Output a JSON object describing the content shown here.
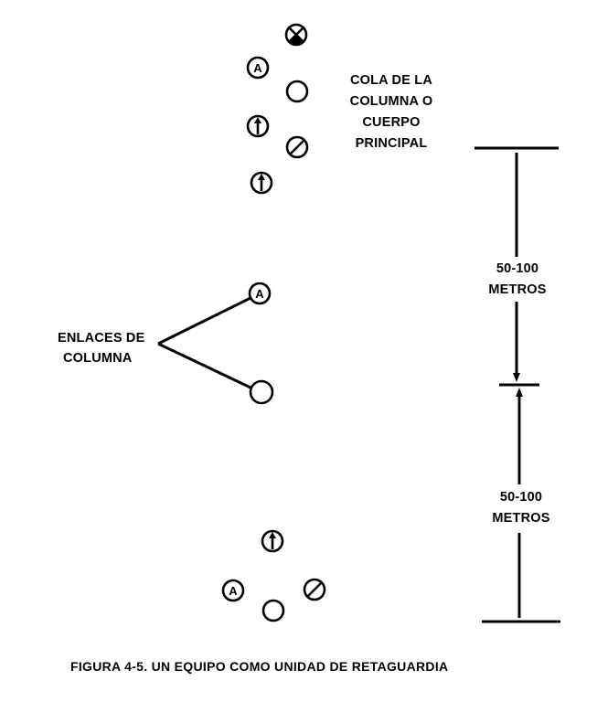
{
  "labels": {
    "main_body": [
      "COLA DE LA",
      "COLUMNA O",
      "CUERPO",
      "PRINCIPAL"
    ],
    "column_links": [
      "ENLACES DE",
      "COLUMNA"
    ],
    "distance_upper": [
      "50-100",
      "METROS"
    ],
    "distance_lower": [
      "50-100",
      "METROS"
    ]
  },
  "symbols": {
    "automatic_rifle": "A",
    "symbol_types": [
      "crossed-circle",
      "letter-a-circle",
      "open-circle",
      "arrow-circle",
      "slashed-circle"
    ]
  },
  "caption": "FIGURA 4-5. UN EQUIPO COMO UNIDAD DE RETAGUARDIA",
  "colors": {
    "ink": "#000000",
    "background": "#ffffff"
  }
}
